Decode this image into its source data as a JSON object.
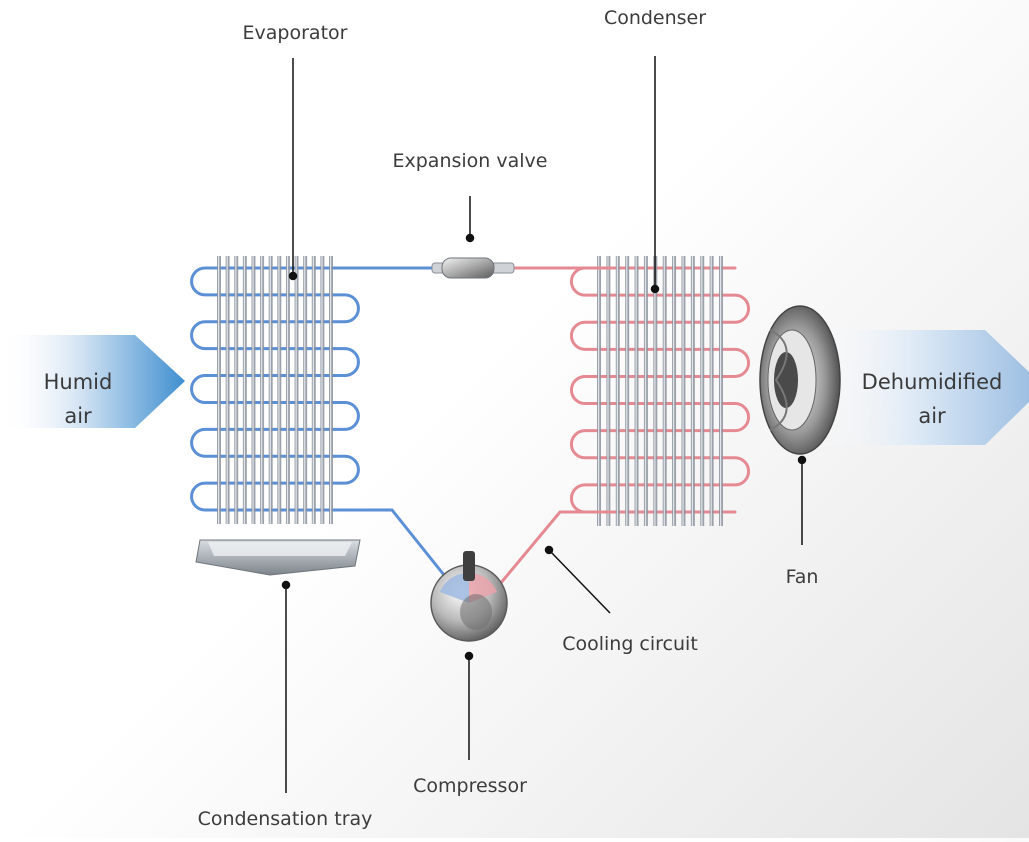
{
  "labels": {
    "evaporator": "Evaporator",
    "condenser": "Condenser",
    "expansion_valve": "Expansion valve",
    "humid_air_1": "Humid",
    "humid_air_2": "air",
    "dehumidified_air_1": "Dehumidified",
    "dehumidified_air_2": "air",
    "fan": "Fan",
    "cooling_circuit": "Cooling circuit",
    "compressor": "Compressor",
    "condensation_tray": "Condensation tray"
  },
  "colors": {
    "cold_pipe": "#5b8fd6",
    "hot_pipe": "#e58a93",
    "fin": "#8b929c",
    "leader": "#111111",
    "humid_arrow": "#3f8fd0",
    "dehumidified_arrow": "#a9c6e6"
  }
}
